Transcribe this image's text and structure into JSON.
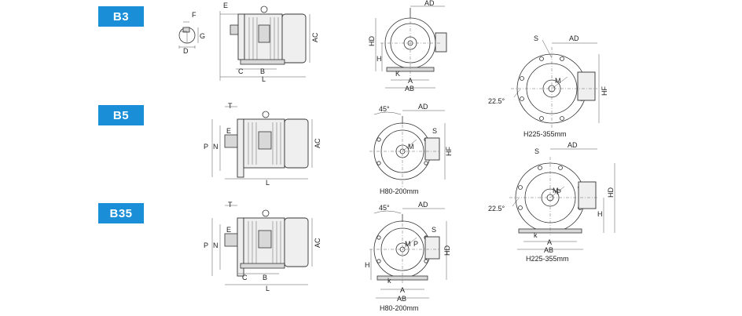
{
  "badges": {
    "b3": "B3",
    "b5": "B5",
    "b35": "B35"
  },
  "labels": {
    "E": "E",
    "F": "F",
    "G": "G",
    "D": "D",
    "C": "C",
    "B": "B",
    "L": "L",
    "AC": "AC",
    "AD": "AD",
    "HD": "HD",
    "H": "H",
    "K": "K",
    "k": "k",
    "A": "A",
    "AB": "AB",
    "S": "S",
    "M": "M",
    "P": "P",
    "N": "N",
    "T": "T",
    "HF": "HF",
    "deg45": "45°",
    "deg22": "22.5°"
  },
  "captions": {
    "small": "H80-200mm",
    "large": "H225-355mm"
  },
  "colors": {
    "badge": "#1a8fd8",
    "line": "#333333"
  }
}
